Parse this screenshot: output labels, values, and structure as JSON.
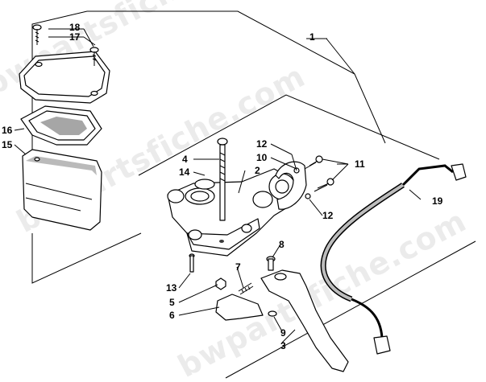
{
  "watermark": "bwpartsfiche.com",
  "callouts": [
    {
      "id": "c1",
      "text": "1"
    },
    {
      "id": "c2",
      "text": "2"
    },
    {
      "id": "c3",
      "text": "3"
    },
    {
      "id": "c4",
      "text": "4"
    },
    {
      "id": "c5",
      "text": "5"
    },
    {
      "id": "c6",
      "text": "6"
    },
    {
      "id": "c7",
      "text": "7"
    },
    {
      "id": "c8",
      "text": "8"
    },
    {
      "id": "c9",
      "text": "9"
    },
    {
      "id": "c10",
      "text": "10"
    },
    {
      "id": "c11",
      "text": "11"
    },
    {
      "id": "c12a",
      "text": "12"
    },
    {
      "id": "c12b",
      "text": "12"
    },
    {
      "id": "c13",
      "text": "13"
    },
    {
      "id": "c14",
      "text": "14"
    },
    {
      "id": "c15",
      "text": "15"
    },
    {
      "id": "c16",
      "text": "16"
    },
    {
      "id": "c17",
      "text": "17"
    },
    {
      "id": "c18",
      "text": "18"
    },
    {
      "id": "c19",
      "text": "19"
    }
  ]
}
